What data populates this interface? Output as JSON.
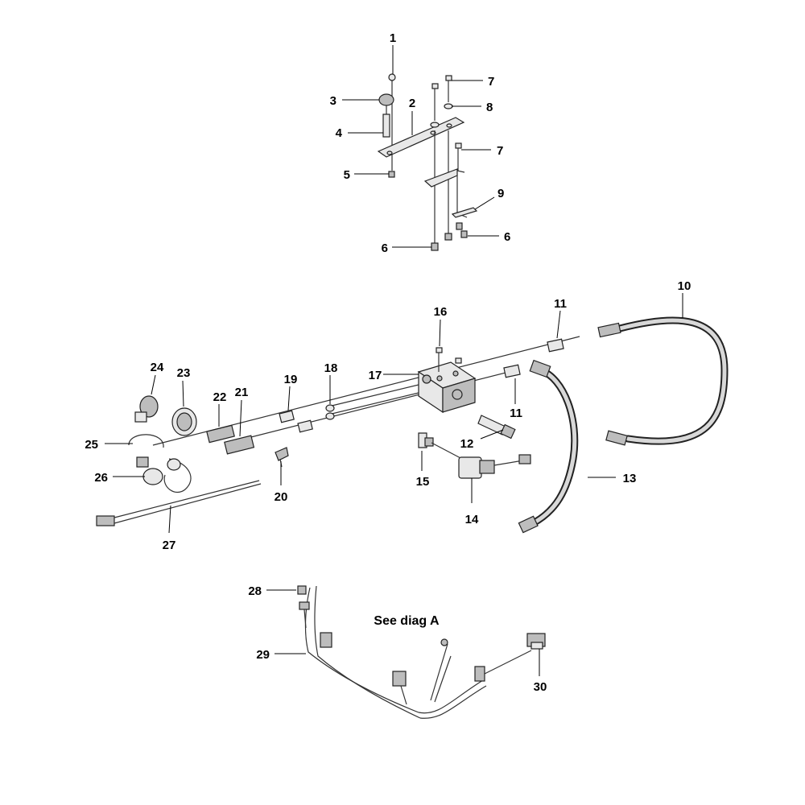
{
  "callouts": [
    "1",
    "2",
    "3",
    "4",
    "5",
    "6",
    "6",
    "7",
    "7",
    "8",
    "9",
    "10",
    "11",
    "11",
    "12",
    "13",
    "14",
    "15",
    "16",
    "17",
    "18",
    "19",
    "20",
    "21",
    "22",
    "23",
    "24",
    "25",
    "26",
    "27",
    "28",
    "29",
    "30"
  ],
  "note": "See diag A"
}
